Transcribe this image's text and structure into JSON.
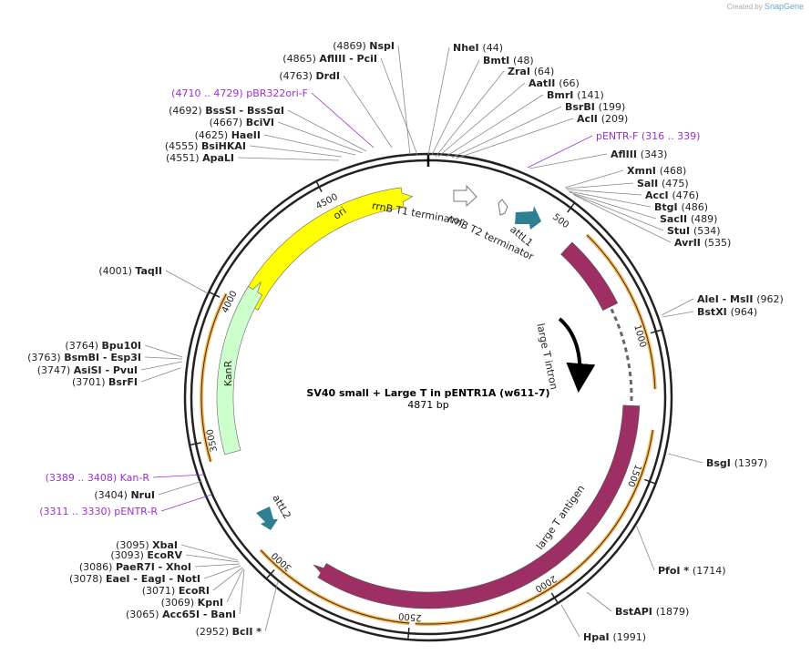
{
  "credit": {
    "prefix": "Created by",
    "brand": "SnapGene"
  },
  "plasmid": {
    "name": "SV40 small + Large T in pENTR1A (w611-7)",
    "size": "4871 bp",
    "length": 4871
  },
  "ticks": [
    "500",
    "1000",
    "1500",
    "2000",
    "2500",
    "3000",
    "3500",
    "4000",
    "4500"
  ],
  "features": [
    {
      "label": "ori",
      "type": "origin",
      "color": "#ffff00"
    },
    {
      "label": "KanR",
      "type": "cds",
      "color": "#ccffcc"
    },
    {
      "label": "rrnB T1 terminator",
      "type": "terminator"
    },
    {
      "label": "rrnB T2 terminator",
      "type": "terminator"
    },
    {
      "label": "attL1",
      "type": "att",
      "color": "#2f7f93"
    },
    {
      "label": "attL2",
      "type": "att",
      "color": "#2f7f93"
    },
    {
      "label": "large T intron",
      "type": "intron"
    },
    {
      "label": "large T antigen",
      "type": "cds",
      "color": "#9e2f64"
    }
  ],
  "sites": [
    {
      "pos": "(4869)",
      "name": "NspI"
    },
    {
      "pos": "(44)",
      "name": "NheI"
    },
    {
      "pos": "(48)",
      "name": "BmtI"
    },
    {
      "pos": "(64)",
      "name": "ZraI"
    },
    {
      "pos": "(66)",
      "name": "AatII"
    },
    {
      "pos": "(141)",
      "name": "BmrI"
    },
    {
      "pos": "(199)",
      "name": "BsrBI"
    },
    {
      "pos": "(209)",
      "name": "AclI"
    },
    {
      "pos": "(316 .. 339)",
      "name": "pENTR-F",
      "primer": true
    },
    {
      "pos": "(343)",
      "name": "AflIII"
    },
    {
      "pos": "(468)",
      "name": "XmnI"
    },
    {
      "pos": "(475)",
      "name": "SalI"
    },
    {
      "pos": "(476)",
      "name": "AccI"
    },
    {
      "pos": "(486)",
      "name": "BtgI"
    },
    {
      "pos": "(489)",
      "name": "SacII"
    },
    {
      "pos": "(534)",
      "name": "StuI"
    },
    {
      "pos": "(535)",
      "name": "AvrII"
    },
    {
      "pos": "(962)",
      "name": "AleI  -  MslI"
    },
    {
      "pos": "(964)",
      "name": "BstXI"
    },
    {
      "pos": "(1397)",
      "name": "BsgI"
    },
    {
      "pos": "(1714)",
      "name": "PfoI *"
    },
    {
      "pos": "(1879)",
      "name": "BstAPI"
    },
    {
      "pos": "(1991)",
      "name": "HpaI"
    },
    {
      "pos": "(4865)",
      "name": "AflIII  -  PciI"
    },
    {
      "pos": "(4763)",
      "name": "DrdI"
    },
    {
      "pos": "(4710 .. 4729)",
      "name": "pBR322ori-F",
      "primer": true
    },
    {
      "pos": "(4692)",
      "name": "BssSI  -  BssSαI"
    },
    {
      "pos": "(4667)",
      "name": "BciVI"
    },
    {
      "pos": "(4625)",
      "name": "HaeII"
    },
    {
      "pos": "(4555)",
      "name": "BsiHKAI"
    },
    {
      "pos": "(4551)",
      "name": "ApaLI"
    },
    {
      "pos": "(4001)",
      "name": "TaqII"
    },
    {
      "pos": "(3764)",
      "name": "Bpu10I"
    },
    {
      "pos": "(3763)",
      "name": "BsmBI  -  Esp3I"
    },
    {
      "pos": "(3747)",
      "name": "AsiSI  -  PvuI"
    },
    {
      "pos": "(3701)",
      "name": "BsrFI"
    },
    {
      "pos": "(3389 .. 3408)",
      "name": "Kan-R",
      "primer": true
    },
    {
      "pos": "(3404)",
      "name": "NruI"
    },
    {
      "pos": "(3311 .. 3330)",
      "name": "pENTR-R",
      "primer": true
    },
    {
      "pos": "(3095)",
      "name": "XbaI"
    },
    {
      "pos": "(3093)",
      "name": "EcoRV"
    },
    {
      "pos": "(3086)",
      "name": "PaeR7I  -  XhoI"
    },
    {
      "pos": "(3078)",
      "name": "EaeI  -  EagI  -  NotI"
    },
    {
      "pos": "(3071)",
      "name": "EcoRI"
    },
    {
      "pos": "(3069)",
      "name": "KpnI"
    },
    {
      "pos": "(3065)",
      "name": "Acc65I  -  BanI"
    },
    {
      "pos": "(2952)",
      "name": "BclI *"
    }
  ]
}
